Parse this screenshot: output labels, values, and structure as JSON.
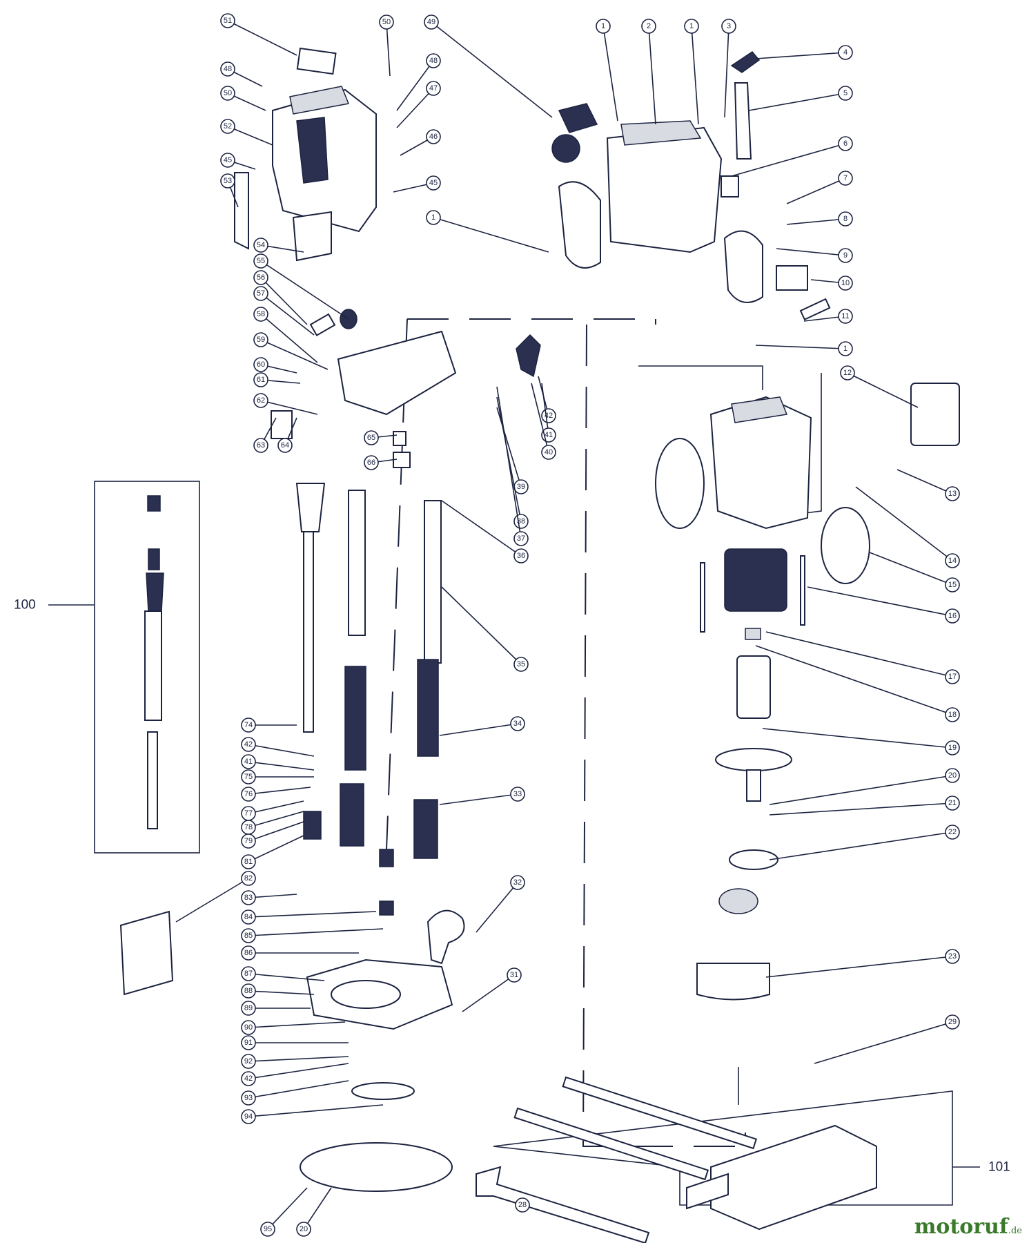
{
  "diagram": {
    "group_labels": {
      "left": "100",
      "right": "101"
    },
    "callouts": [
      "51",
      "50",
      "49",
      "1",
      "2",
      "1",
      "3",
      "4",
      "5",
      "48",
      "48",
      "47",
      "50",
      "52",
      "46",
      "6",
      "45",
      "45",
      "7",
      "53",
      "1",
      "8",
      "9",
      "54",
      "55",
      "10",
      "56",
      "57",
      "11",
      "1",
      "58",
      "59",
      "12",
      "60",
      "61",
      "42",
      "62",
      "41",
      "40",
      "63",
      "64",
      "65",
      "13",
      "66",
      "39",
      "14",
      "38",
      "37",
      "15",
      "36",
      "16",
      "35",
      "17",
      "74",
      "34",
      "18",
      "42",
      "19",
      "41",
      "75",
      "33",
      "20",
      "76",
      "21",
      "77",
      "22",
      "78",
      "79",
      "81",
      "82",
      "32",
      "83",
      "84",
      "85",
      "23",
      "86",
      "31",
      "87",
      "88",
      "89",
      "90",
      "29",
      "91",
      "92",
      "42",
      "93",
      "94",
      "95",
      "20",
      "28"
    ],
    "colors": {
      "ink": "#1c2340",
      "watermark": "#3a7a2a"
    }
  },
  "watermark": {
    "brand": "motoruf",
    "suffix": ".de"
  }
}
